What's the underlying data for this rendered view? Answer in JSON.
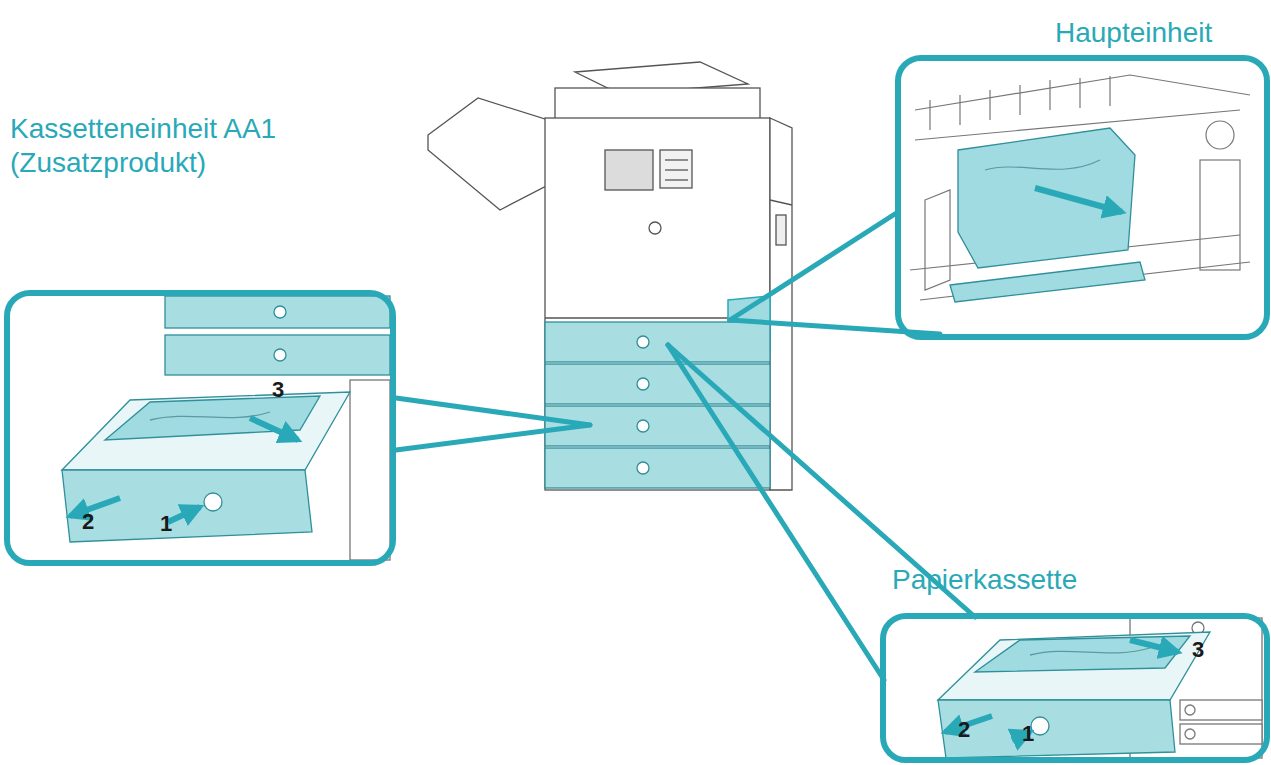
{
  "diagram": {
    "nodes": [
      {
        "text": [
          "Haupteinheit"
        ]
      },
      {
        "text": [
          "Kassetteneinheit AA1 (Zusatzprodukt)",
          "1",
          "2",
          "3"
        ]
      },
      {
        "text": [
          "Papierkassette",
          "1",
          "2",
          "3"
        ]
      }
    ]
  }
}
